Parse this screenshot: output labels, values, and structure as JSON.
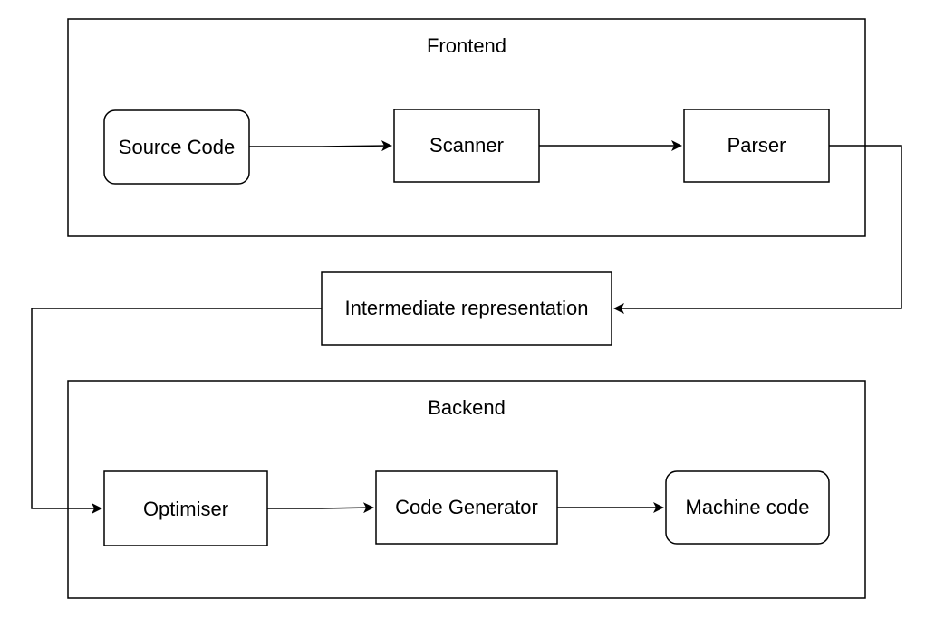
{
  "groups": {
    "frontend": {
      "title": "Frontend"
    },
    "backend": {
      "title": "Backend"
    }
  },
  "nodes": {
    "source_code": "Source Code",
    "scanner": "Scanner",
    "parser": "Parser",
    "intermediate": "Intermediate representation",
    "optimiser": "Optimiser",
    "code_generator": "Code Generator",
    "machine_code": "Machine code"
  },
  "edges": [
    {
      "from": "source_code",
      "to": "scanner"
    },
    {
      "from": "scanner",
      "to": "parser"
    },
    {
      "from": "parser",
      "to": "intermediate"
    },
    {
      "from": "intermediate",
      "to": "optimiser"
    },
    {
      "from": "optimiser",
      "to": "code_generator"
    },
    {
      "from": "code_generator",
      "to": "machine_code"
    }
  ]
}
